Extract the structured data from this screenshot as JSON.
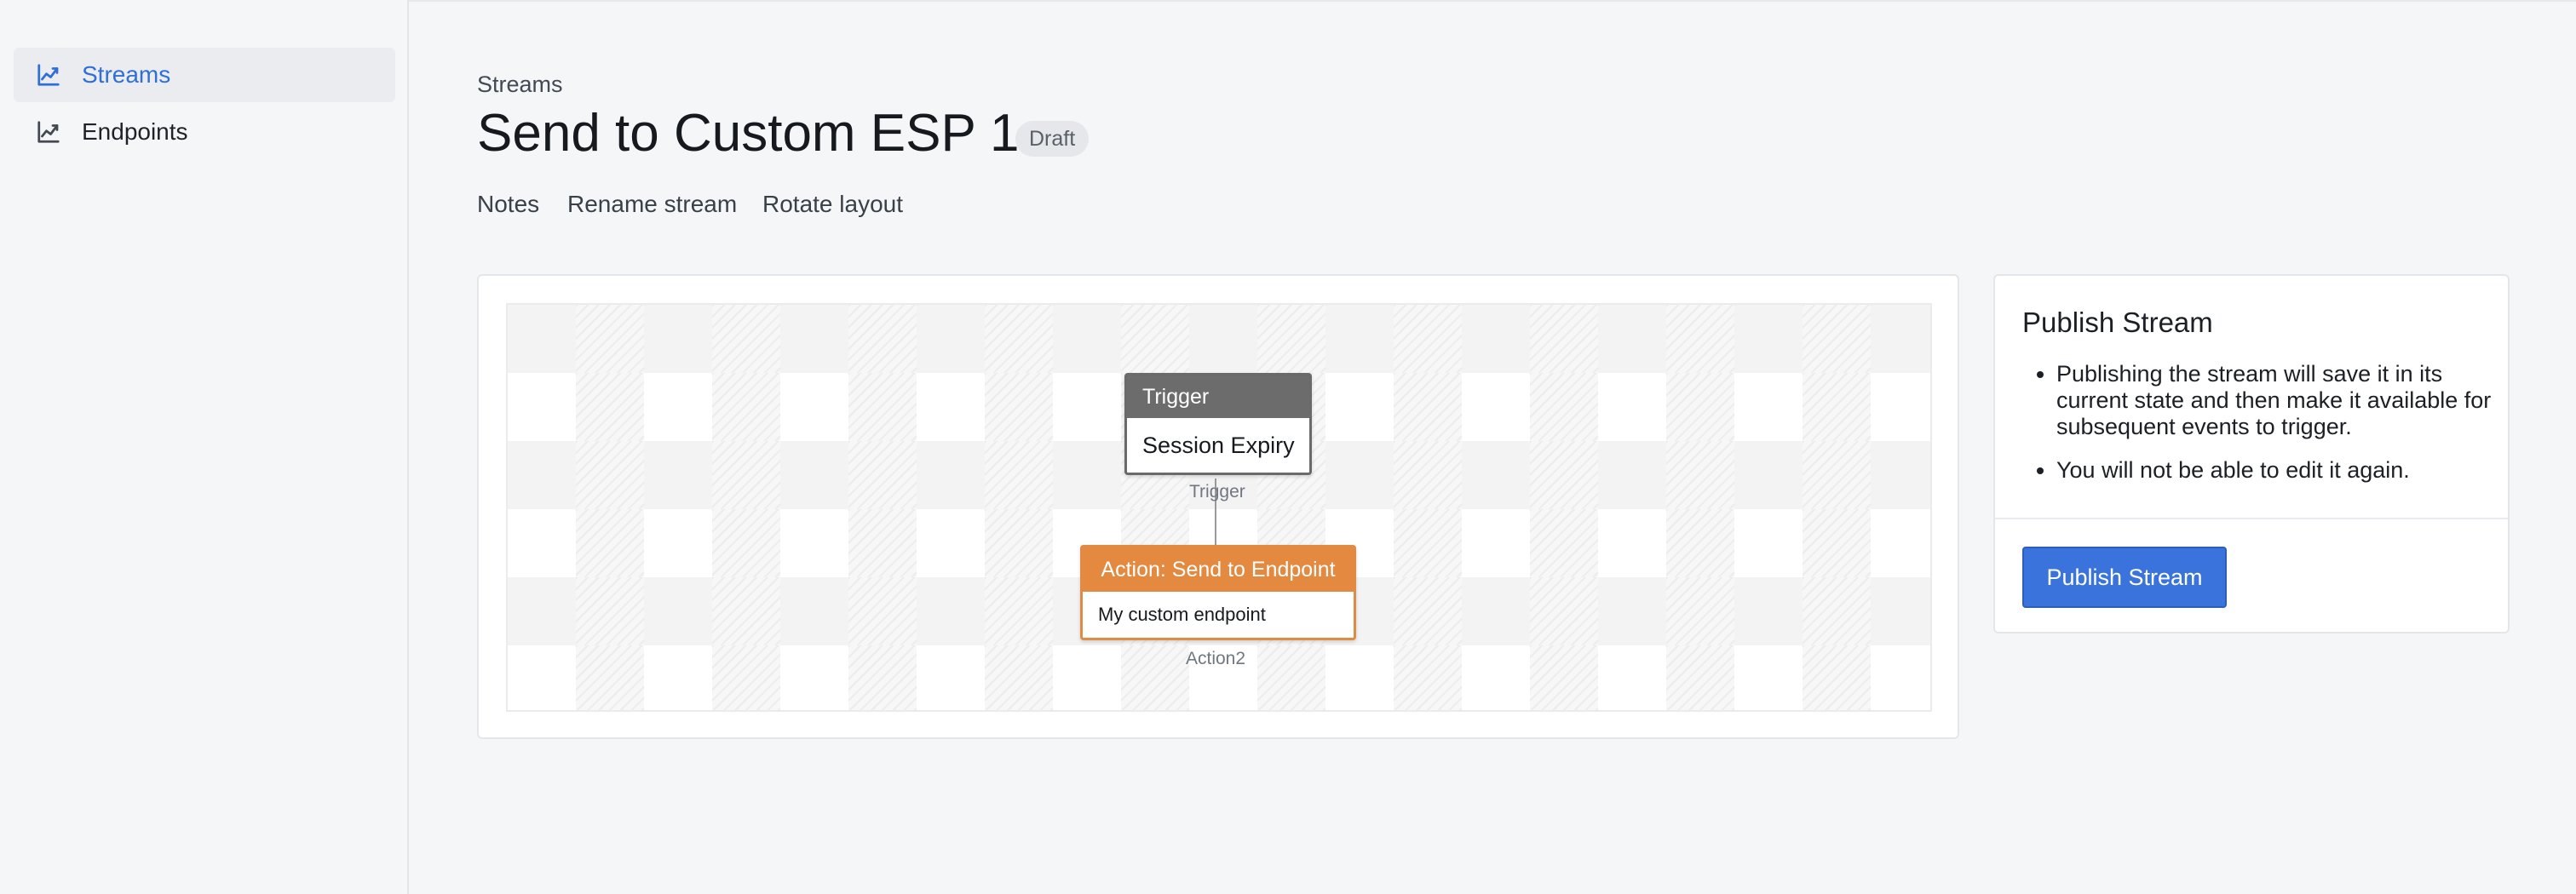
{
  "sidebar": {
    "items": [
      {
        "label": "Streams",
        "icon": "chart-line-icon",
        "active": true
      },
      {
        "label": "Endpoints",
        "icon": "chart-line-icon",
        "active": false
      }
    ]
  },
  "header": {
    "breadcrumb": "Streams",
    "title": "Send to Custom ESP 1",
    "badge": "Draft",
    "actions": [
      "Notes",
      "Rename stream",
      "Rotate layout"
    ]
  },
  "canvas": {
    "trigger_node": {
      "header": "Trigger",
      "body": "Session Expiry",
      "label": "Trigger"
    },
    "action_node": {
      "header": "Action: Send to Endpoint",
      "body": "My custom endpoint",
      "label": "Action2"
    }
  },
  "publish": {
    "title": "Publish Stream",
    "bullets": [
      "Publishing the stream will save it in its current state and then make it available for subsequent events to trigger.",
      "You will not be able to edit it again."
    ],
    "button_label": "Publish Stream"
  },
  "colors": {
    "accent": "#3a73dc",
    "trigger": "#6c6c6c",
    "action": "#e38a40",
    "active_nav": "#2f6fd6"
  }
}
